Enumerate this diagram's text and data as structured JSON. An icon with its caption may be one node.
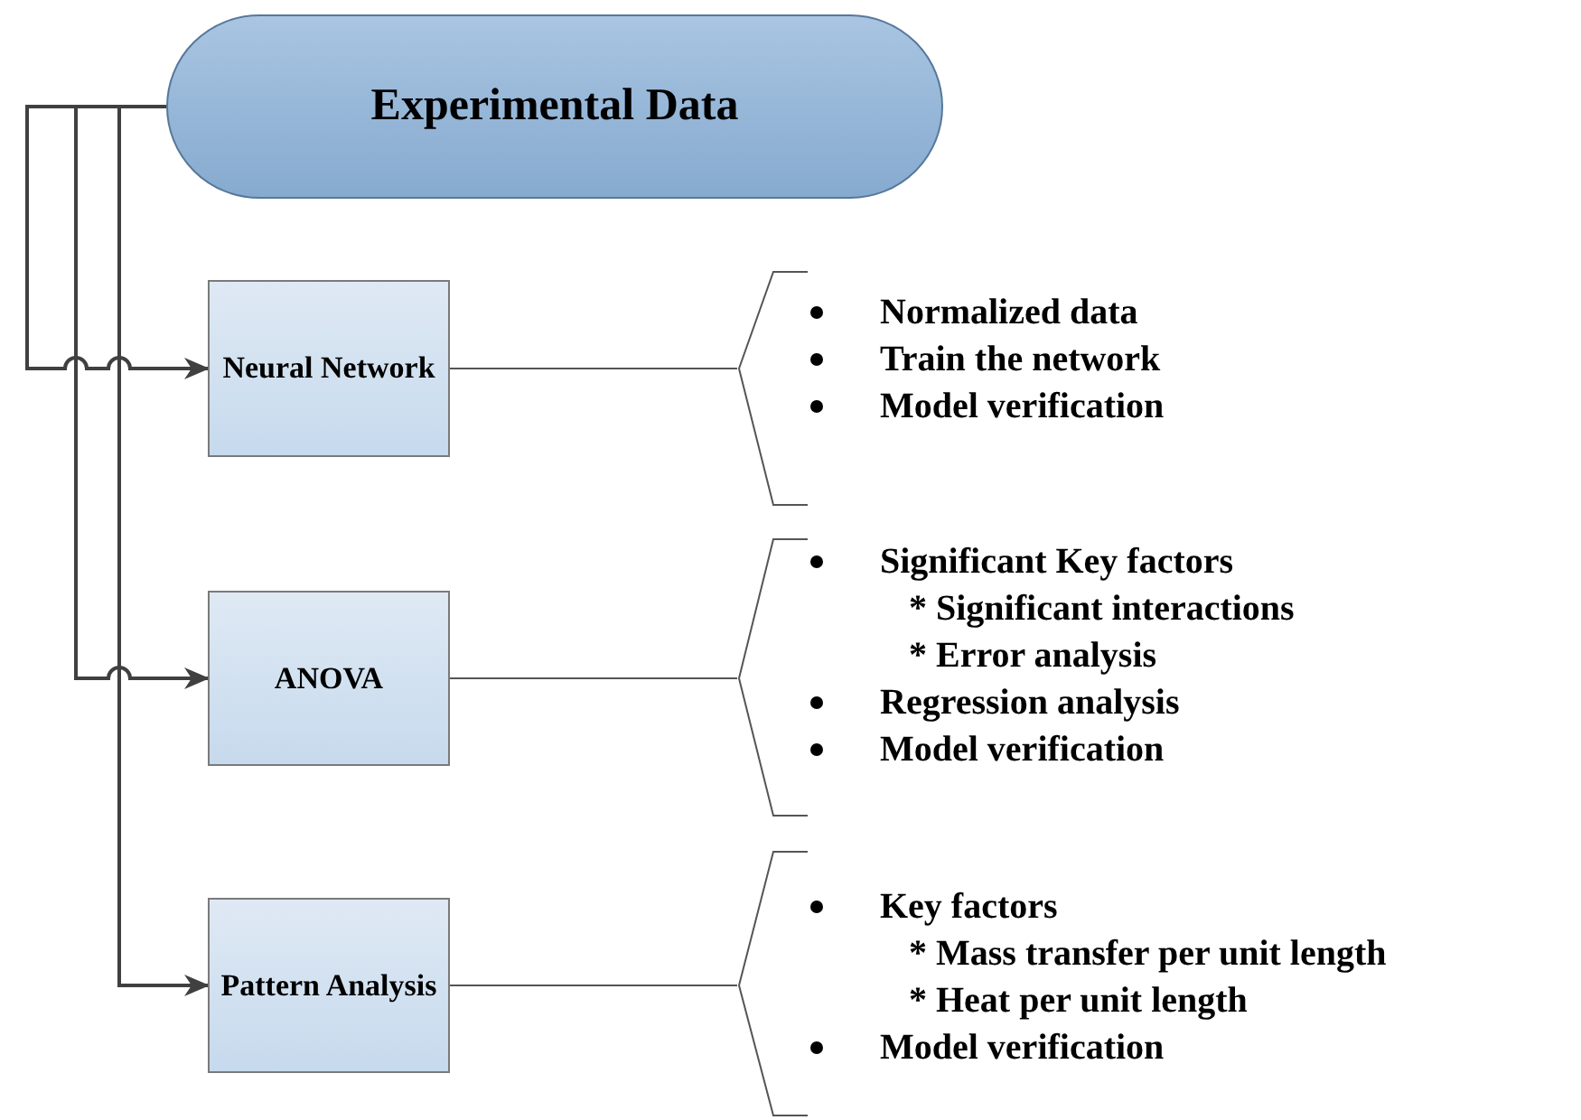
{
  "diagram": {
    "nodes": [
      {
        "text": [
          "Experimental Data"
        ]
      },
      {
        "text": [
          "Neural Network"
        ]
      },
      {
        "text": [
          "ANOVA"
        ]
      },
      {
        "text": [
          "Pattern Analysis"
        ]
      },
      {
        "text": [
          "Normalized data",
          "Train the network",
          "Model verification"
        ]
      },
      {
        "text": [
          "Significant Key factors",
          "* Significant interactions",
          "* Error analysis",
          "Regression analysis",
          "Model verification"
        ]
      },
      {
        "text": [
          "Key factors",
          "* Mass transfer per unit length",
          "* Heat per unit length",
          "Model verification"
        ]
      }
    ],
    "edges": [
      {
        "from": 0,
        "to": 1,
        "arrow": "to"
      },
      {
        "from": 0,
        "to": 2,
        "arrow": "to"
      },
      {
        "from": 0,
        "to": 3,
        "arrow": "to"
      },
      {
        "from": 1,
        "to": 4,
        "arrow": "none"
      },
      {
        "from": 2,
        "to": 5,
        "arrow": "none"
      },
      {
        "from": 3,
        "to": 6,
        "arrow": "none"
      }
    ]
  }
}
